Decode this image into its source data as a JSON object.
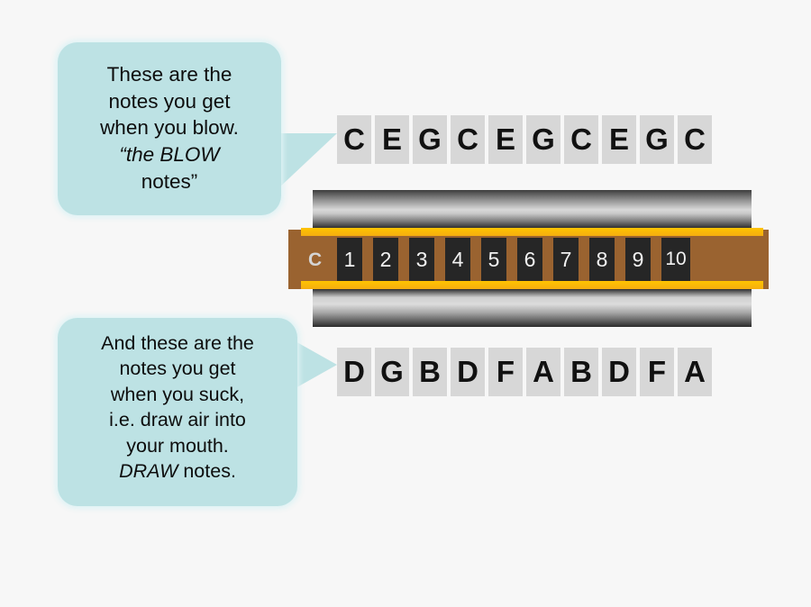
{
  "background_color": "#f7f7f7",
  "bubbles": {
    "blow": {
      "text": "These are the\nnotes you get\nwhen you blow.",
      "emphasis": "“the BLOW",
      "emphasis_tail": "notes”",
      "fill_color": "#bde2e4"
    },
    "draw": {
      "text": "And these are the\nnotes you get\nwhen you suck,\ni.e. draw air into\nyour mouth.",
      "emphasis": "DRAW",
      "emphasis_tail": " notes.",
      "fill_color": "#bde2e4"
    }
  },
  "blow_notes": {
    "label": "blow-notes-row",
    "values": [
      "C",
      "E",
      "G",
      "C",
      "E",
      "G",
      "C",
      "E",
      "G",
      "C"
    ],
    "box_color": "#d7d7d7",
    "text_color": "#111111"
  },
  "draw_notes": {
    "label": "draw-notes-row",
    "values": [
      "D",
      "G",
      "B",
      "D",
      "F",
      "A",
      "B",
      "D",
      "F",
      "A"
    ],
    "box_color": "#d7d7d7",
    "text_color": "#111111"
  },
  "harmonica": {
    "key_label": "C",
    "hole_numbers": [
      "1",
      "2",
      "3",
      "4",
      "5",
      "6",
      "7",
      "8",
      "9",
      "10"
    ],
    "comb_color": "#9a6330",
    "hole_color": "#262626",
    "hole_text_color": "#f2f2f2",
    "gold_strip_color": "#ffc400",
    "cover_plate_finish": "brushed-metal-gradient"
  }
}
